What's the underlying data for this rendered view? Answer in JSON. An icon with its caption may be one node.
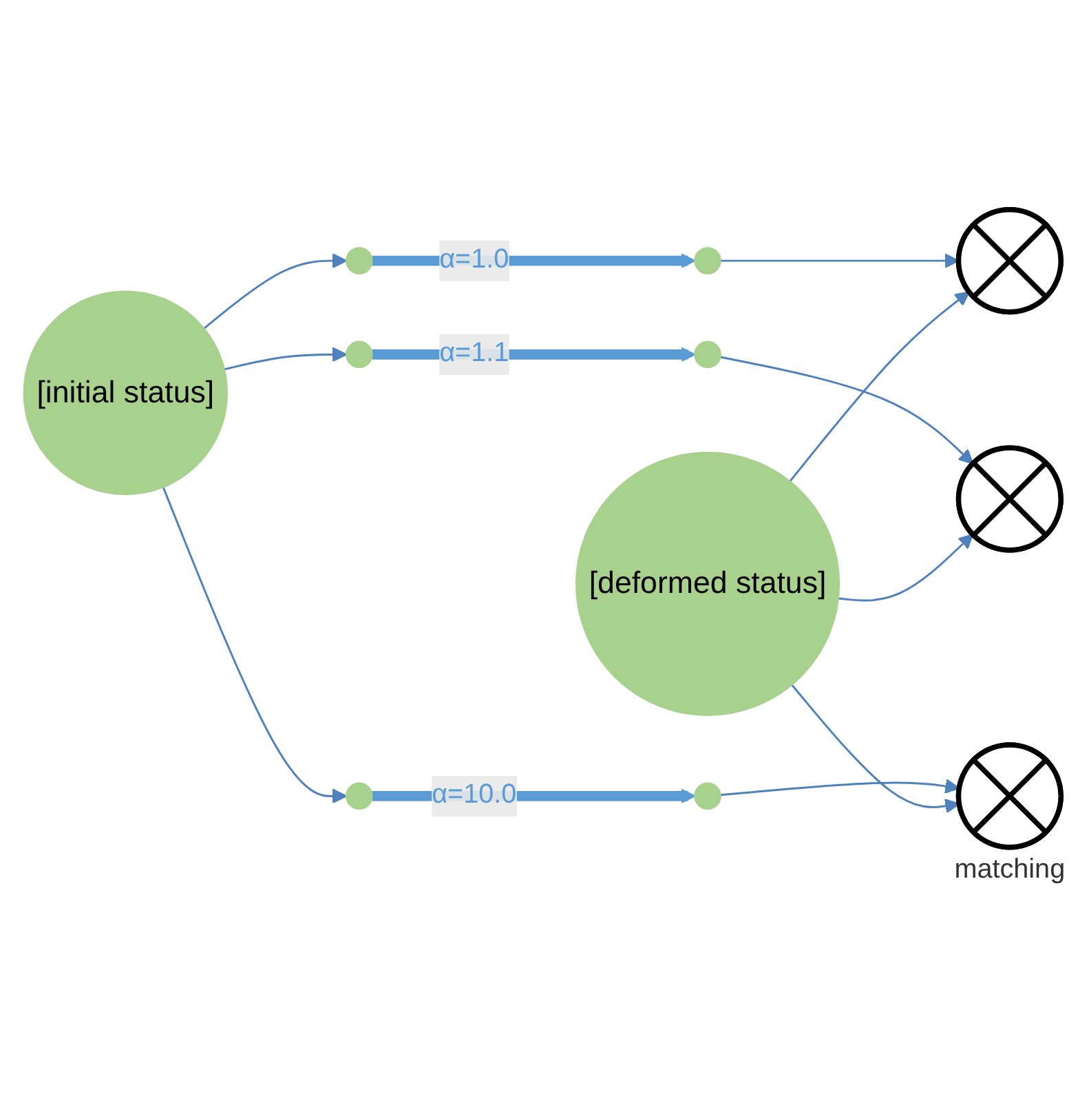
{
  "diagram": {
    "nodes": [
      {
        "text": [
          "[initial status]"
        ]
      },
      {
        "text": [
          "[deformed status]"
        ]
      },
      {
        "text": [],
        "shape": "circle"
      },
      {
        "text": [],
        "shape": "ellipse"
      },
      {
        "text": [],
        "shape": "cross-circle"
      },
      {
        "text": [],
        "shape": "circle"
      },
      {
        "text": [],
        "shape": "ellipse"
      },
      {
        "text": [],
        "shape": "cross-circle"
      },
      {
        "text": [],
        "shape": "circle"
      },
      {
        "text": [],
        "shape": "ellipse"
      },
      {
        "text": [],
        "shape": "cross-circle",
        "beside": [
          "matching"
        ]
      }
    ],
    "edges": [
      {
        "from": 0,
        "to": 2,
        "arrow": "to"
      },
      {
        "from": 0,
        "to": 5,
        "arrow": "to"
      },
      {
        "from": 0,
        "to": 8,
        "arrow": "to"
      },
      {
        "from": 2,
        "to": 3,
        "arrow": "to",
        "label": "α=1.0",
        "style": "thick",
        "color": "#5b9bd5"
      },
      {
        "from": 5,
        "to": 6,
        "arrow": "to",
        "label": "α=1.1",
        "style": "thick",
        "color": "#5b9bd5"
      },
      {
        "from": 8,
        "to": 9,
        "arrow": "to",
        "label": "α=10.0",
        "style": "thick",
        "color": "#5b9bd5"
      },
      {
        "from": 3,
        "to": 4,
        "arrow": "to"
      },
      {
        "from": 6,
        "to": 7,
        "arrow": "to"
      },
      {
        "from": 9,
        "to": 10,
        "arrow": "to"
      },
      {
        "from": 1,
        "to": 4,
        "arrow": "to"
      },
      {
        "from": 1,
        "to": 7,
        "arrow": "to"
      },
      {
        "from": 1,
        "to": 10,
        "arrow": "to"
      }
    ]
  }
}
